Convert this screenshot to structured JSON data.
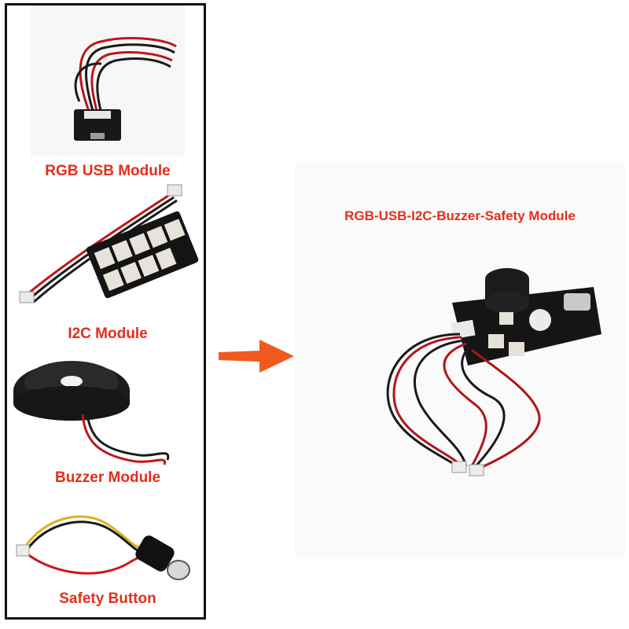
{
  "labels": {
    "rgb_usb": "RGB USB Module",
    "i2c": "I2C Module",
    "buzzer": "Buzzer Module",
    "safety": "Safety Button"
  },
  "combined_title": "RGB-USB-I2C-Buzzer-Safety Module",
  "colors": {
    "label_red": "#e52e1a",
    "arrow_orange": "#f05a1e",
    "panel_border": "#111111"
  },
  "icons": [
    "right-arrow-icon"
  ]
}
